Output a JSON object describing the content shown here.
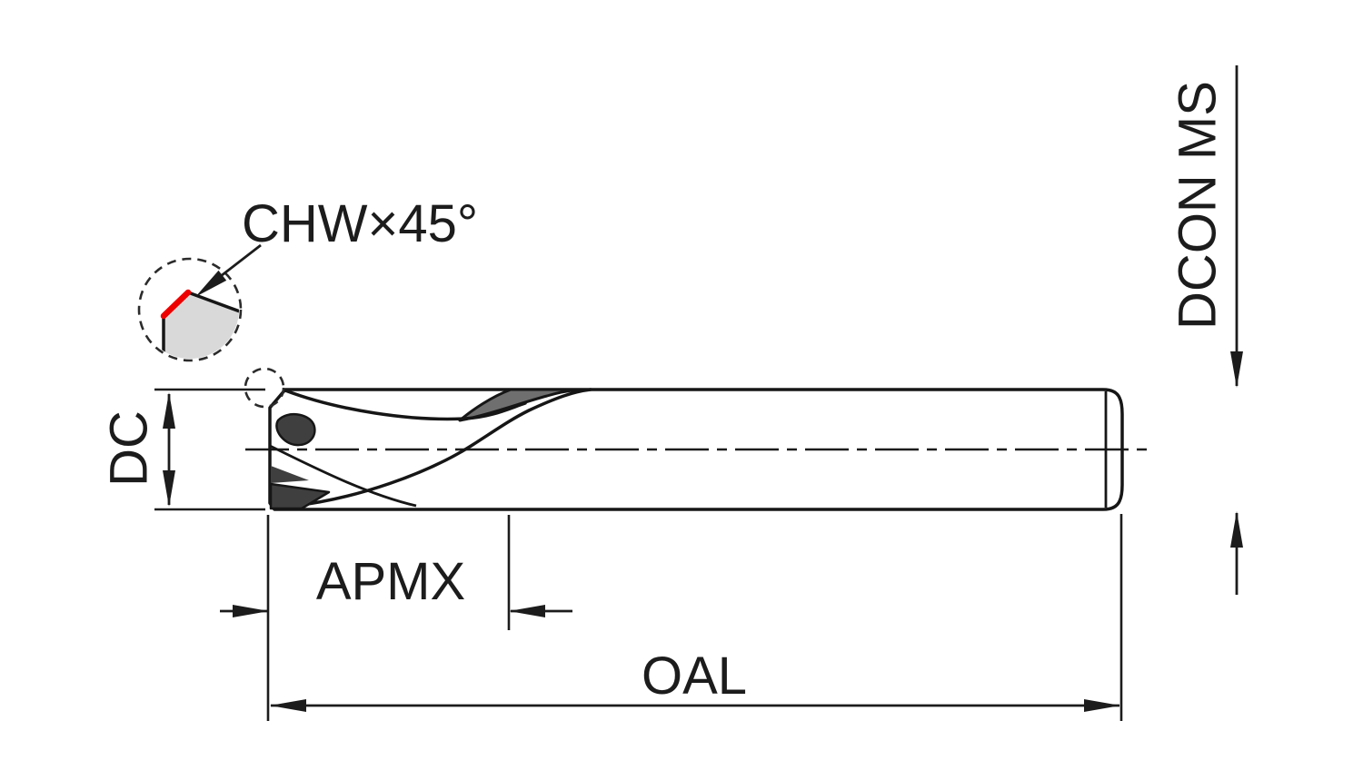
{
  "diagram": {
    "type": "technical-drawing",
    "subject": "end-mill-dimension-diagram",
    "labels": {
      "chamfer": "CHW×45°",
      "diameter": "DC",
      "shank_diameter": "DCON MS",
      "cutting_length": "APMX",
      "overall_length": "OAL"
    },
    "colors": {
      "outline": "#161616",
      "dimension": "#1c1c1c",
      "chamfer_highlight": "#ee0000",
      "body_gradient_light": "#fafafa",
      "body_gradient_dark": "#8f8f8f",
      "flute_shadow": "#6f6f6f",
      "tooth_shadow": "#3f3f3f",
      "detail_fill": "#d9d9d9",
      "background": "#ffffff"
    }
  }
}
